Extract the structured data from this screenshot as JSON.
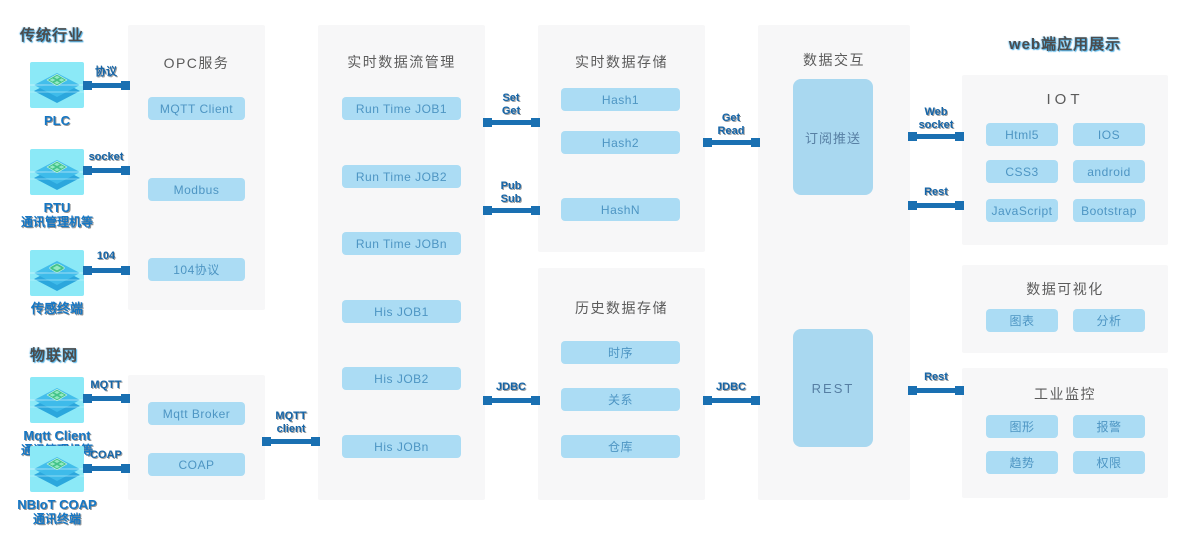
{
  "sections": {
    "traditional": {
      "title": "传统行业"
    },
    "iot": {
      "title": "物联网"
    },
    "web": {
      "title": "web端应用展示"
    }
  },
  "devices": [
    {
      "name": "PLC",
      "sub": ""
    },
    {
      "name": "RTU",
      "sub": "通讯管理机等"
    },
    {
      "name": "传感终端",
      "sub": ""
    },
    {
      "name": "Mqtt Client",
      "sub": "通讯管理机等"
    },
    {
      "name": "NBIoT COAP",
      "sub": "通讯终端"
    }
  ],
  "panels": {
    "opc": {
      "title": "OPC服务",
      "items": [
        "MQTT Client",
        "Modbus",
        "104协议"
      ]
    },
    "iot_gateway": {
      "items": [
        "Mqtt Broker",
        "COAP"
      ]
    },
    "stream": {
      "title": "实时数据流管理",
      "items": [
        "Run Time JOB1",
        "Run Time JOB2",
        "Run Time JOBn",
        "His JOB1",
        "His JOB2",
        "His JOBn"
      ]
    },
    "realtime_storage": {
      "title": "实时数据存储",
      "items": [
        "Hash1",
        "Hash2",
        "HashN"
      ]
    },
    "history_storage": {
      "title": "历史数据存储",
      "items": [
        "时序",
        "关系",
        "仓库"
      ]
    },
    "interaction": {
      "title": "数据交互",
      "boxes": [
        "订阅推送",
        "REST"
      ]
    },
    "web_iot": {
      "title": "IOT",
      "items": [
        "Html5",
        "IOS",
        "CSS3",
        "android",
        "JavaScript",
        "Bootstrap"
      ]
    },
    "visualization": {
      "title": "数据可视化",
      "items": [
        "图表",
        "分析"
      ]
    },
    "monitor": {
      "title": "工业监控",
      "items": [
        "图形",
        "报警",
        "趋势",
        "权限"
      ]
    }
  },
  "connectors": [
    {
      "id": "protocol",
      "lines": [
        "协议"
      ]
    },
    {
      "id": "socket",
      "lines": [
        "socket"
      ]
    },
    {
      "id": "104",
      "lines": [
        "104"
      ]
    },
    {
      "id": "mqtt",
      "lines": [
        "MQTT"
      ]
    },
    {
      "id": "coap",
      "lines": [
        "COAP"
      ]
    },
    {
      "id": "mqtt-client",
      "lines": [
        "MQTT",
        "client"
      ]
    },
    {
      "id": "set-get",
      "lines": [
        "Set",
        "Get"
      ]
    },
    {
      "id": "pub-sub",
      "lines": [
        "Pub",
        "Sub"
      ]
    },
    {
      "id": "jdbc-left",
      "lines": [
        "JDBC"
      ]
    },
    {
      "id": "get-read",
      "lines": [
        "Get",
        "Read"
      ]
    },
    {
      "id": "jdbc-right",
      "lines": [
        "JDBC"
      ]
    },
    {
      "id": "websocket",
      "lines": [
        "Web",
        "socket"
      ]
    },
    {
      "id": "rest-top",
      "lines": [
        "Rest"
      ]
    },
    {
      "id": "rest-bottom",
      "lines": [
        "Rest"
      ]
    }
  ],
  "colors": {
    "accent": "#1a70b2",
    "pill": "#abdcf4",
    "panel": "#f7f7f8",
    "device_bg": "#8be9f7"
  }
}
